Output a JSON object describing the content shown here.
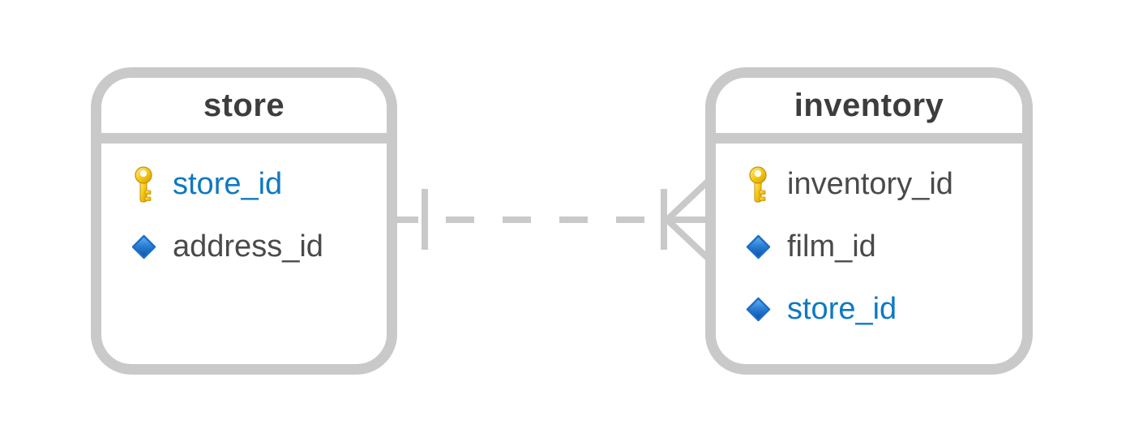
{
  "diagram": {
    "tables": [
      {
        "name": "store",
        "fields": [
          {
            "label": "store_id",
            "icon": "primary-key-icon",
            "highlighted": true
          },
          {
            "label": "address_id",
            "icon": "foreign-key-diamond-icon",
            "highlighted": false
          }
        ]
      },
      {
        "name": "inventory",
        "fields": [
          {
            "label": "inventory_id",
            "icon": "primary-key-icon",
            "highlighted": false
          },
          {
            "label": "film_id",
            "icon": "foreign-key-diamond-icon",
            "highlighted": false
          },
          {
            "label": "store_id",
            "icon": "foreign-key-diamond-icon",
            "highlighted": true
          }
        ]
      }
    ],
    "relationship": {
      "from_table": "store",
      "from_cardinality": "one",
      "to_table": "inventory",
      "to_cardinality": "many",
      "line_style": "dashed"
    }
  },
  "colors": {
    "border_gray": "#c9c9c9",
    "title_color": "#3d3d3d",
    "field_color": "#4a4a4a",
    "link_color": "#0e79c2",
    "key_gold": "#f2c512",
    "diamond_blue": "#1565c0"
  }
}
